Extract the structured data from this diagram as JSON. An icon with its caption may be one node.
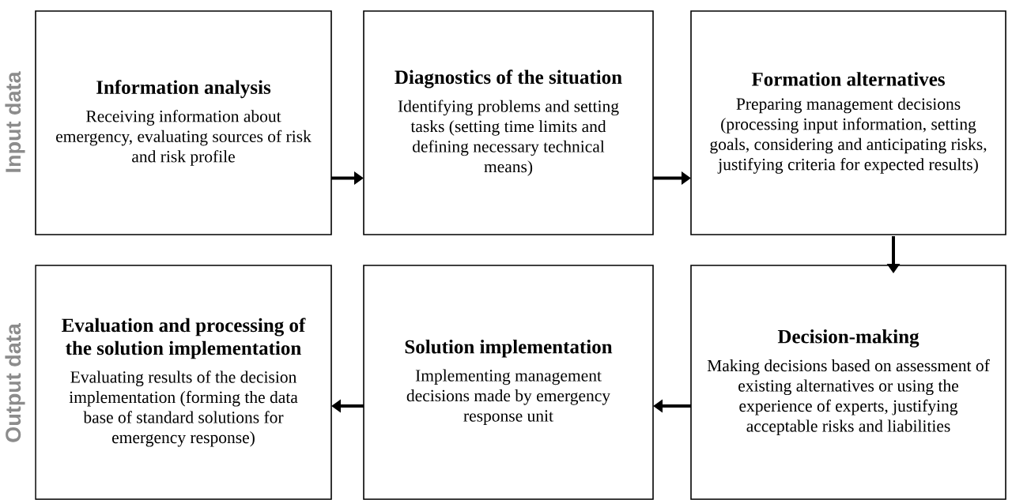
{
  "diagram": {
    "nodes": [
      {
        "text": [
          "Information analysis",
          "Receiving information about emergency, evaluating sources of risk and risk profile"
        ]
      },
      {
        "text": [
          "Diagnostics of the situation",
          "Identifying problems and setting tasks (setting time limits and defining necessary technical means)"
        ]
      },
      {
        "text": [
          "Formation alternatives",
          "Preparing management decisions (processing input information, setting goals, considering and anticipating risks, justifying criteria for expected results)"
        ]
      },
      {
        "text": [
          "Evaluation and processing of the solution implementation",
          "Evaluating results of the decision implementation (forming the data base of standard solutions for emergency response)"
        ]
      },
      {
        "text": [
          "Solution implementation",
          "Implementing management decisions made by emergency response unit"
        ]
      },
      {
        "text": [
          "Decision-making",
          "Making decisions based on assessment of existing alternatives or using the experience of experts, justifying acceptable risks and liabilities"
        ]
      }
    ],
    "edges": [
      {
        "from": 0,
        "to": 1,
        "arrow": "to"
      },
      {
        "from": 1,
        "to": 2,
        "arrow": "to"
      },
      {
        "from": 2,
        "to": 5,
        "arrow": "to"
      },
      {
        "from": 5,
        "to": 4,
        "arrow": "to"
      },
      {
        "from": 4,
        "to": 3,
        "arrow": "to"
      }
    ],
    "labels": [
      "Input data",
      "Output data"
    ]
  }
}
